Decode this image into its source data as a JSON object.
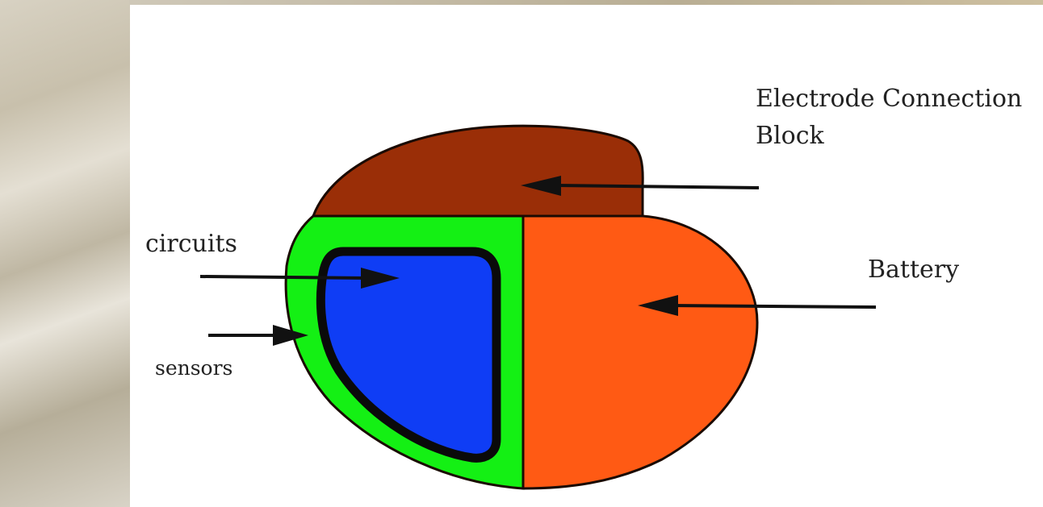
{
  "labels": {
    "electrode_line1": "Electrode Connection",
    "electrode_line2": "Block",
    "battery": "Battery",
    "circuits": "circuits",
    "sensors": "sensors"
  },
  "colors": {
    "electrode_block": "#9a2e07",
    "battery": "#ff5a14",
    "sensors_region": "#14f014",
    "circuits_region": "#0f3df5",
    "outline": "#111111"
  }
}
